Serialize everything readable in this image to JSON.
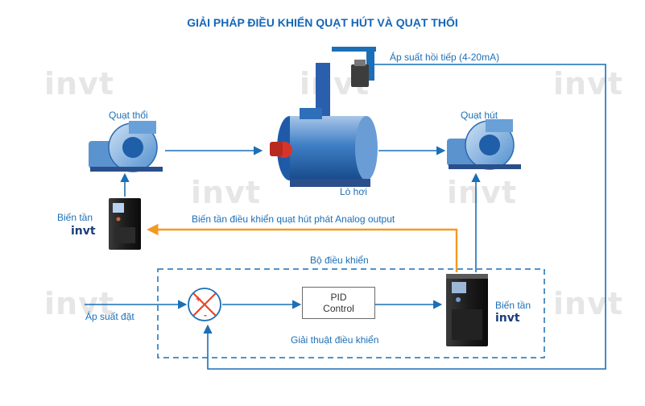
{
  "title": "GIẢI PHÁP ĐIỀU KHIỂN QUẠT HÚT VÀ QUẠT THỔI",
  "watermark_text": "invt",
  "labels": {
    "blower_fan": "Quạt thổi",
    "exhaust_fan": "Quạt hút",
    "boiler": "Lò hơi",
    "feedback_pressure": "Áp suất hồi tiếp (4-20mA)",
    "vfd_left": "Biến tần",
    "vfd_right": "Biến tần",
    "analog_output": "Biến tần điều khiển quạt hút phát Analog output",
    "controller": "Bộ điều khiển",
    "setpoint": "Áp suất đặt",
    "pid_line1": "PID",
    "pid_line2": "Control",
    "algorithm": "Giải thuật điều khiển",
    "sum_plus": "+",
    "sum_minus": "-"
  },
  "brand": "invt",
  "colors": {
    "flow_line": "#1b6fb6",
    "signal_line": "#f39a1f",
    "dashed_box": "#1b6fb6",
    "title": "#1466b8"
  }
}
